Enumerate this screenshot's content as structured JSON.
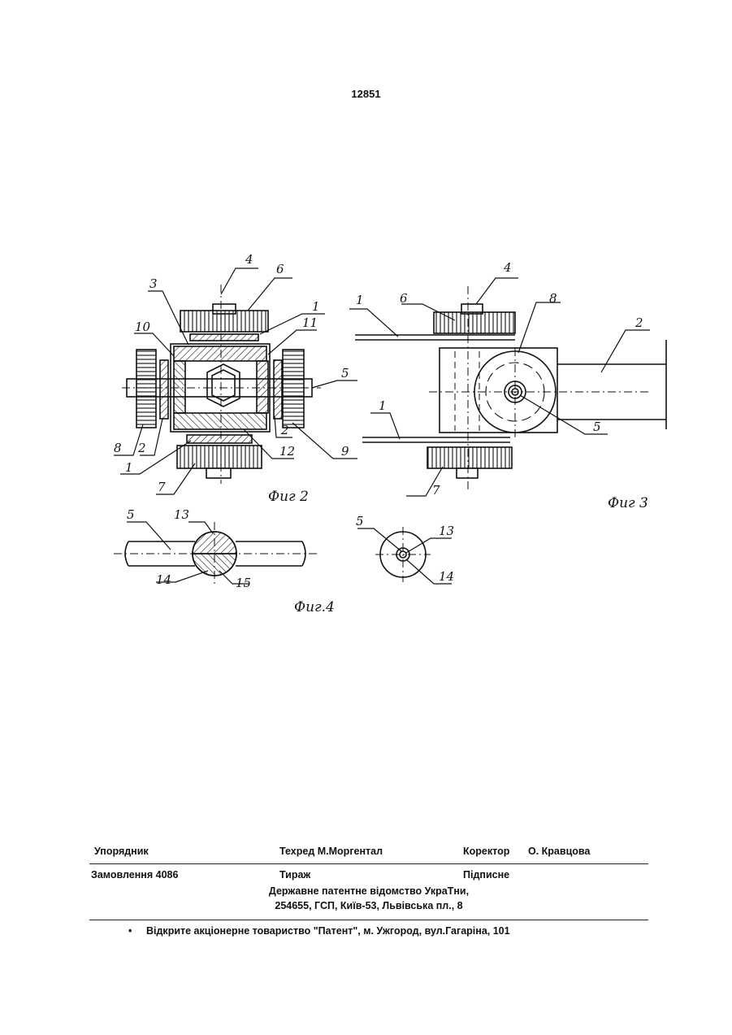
{
  "page_number": "12851",
  "figures": {
    "fig2": {
      "caption": "Фиг 2",
      "labels": [
        "4",
        "6",
        "3",
        "1",
        "10",
        "11",
        "5",
        "8",
        "2",
        "1",
        "7",
        "2",
        "12",
        "9"
      ]
    },
    "fig3": {
      "caption": "Фиг 3",
      "labels": [
        "4",
        "8",
        "1",
        "6",
        "2",
        "1",
        "5",
        "7"
      ]
    },
    "fig4": {
      "caption": "Фиг.4",
      "labels": [
        "5",
        "13",
        "14",
        "15",
        "5",
        "13",
        "14"
      ]
    }
  },
  "imprint": {
    "compiler_label": "Упорядник",
    "techeditor": "Техред М.Моргентал",
    "corrector_label": "Коректор",
    "corrector_name": "О. Кравцова",
    "order": "Замовлення 4086",
    "circulation": "Тираж",
    "subscription": "Підписне",
    "office_line1": "Державне патентне відомство УкраТни,",
    "office_line2": "254655, ГСП, Київ-53, Львівська пл., 8",
    "bullet": "•",
    "publisher": "Відкрите акціонерне товариство \"Патент\", м. Ужгород, вул.Гагаріна, 101"
  }
}
